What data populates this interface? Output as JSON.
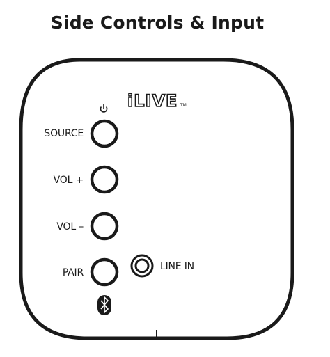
{
  "title": "Side Controls & Input",
  "brand": {
    "logo_text": "iLIVE",
    "trademark": "TM"
  },
  "controls": {
    "source": "SOURCE",
    "vol_up": "VOL +",
    "vol_down": "VOL –",
    "pair": "PAIR",
    "line_in": "LINE IN"
  },
  "icons": {
    "power": "power-icon",
    "bluetooth": "bluetooth-icon"
  },
  "colors": {
    "stroke": "#1a1a1a",
    "background": "#ffffff"
  }
}
